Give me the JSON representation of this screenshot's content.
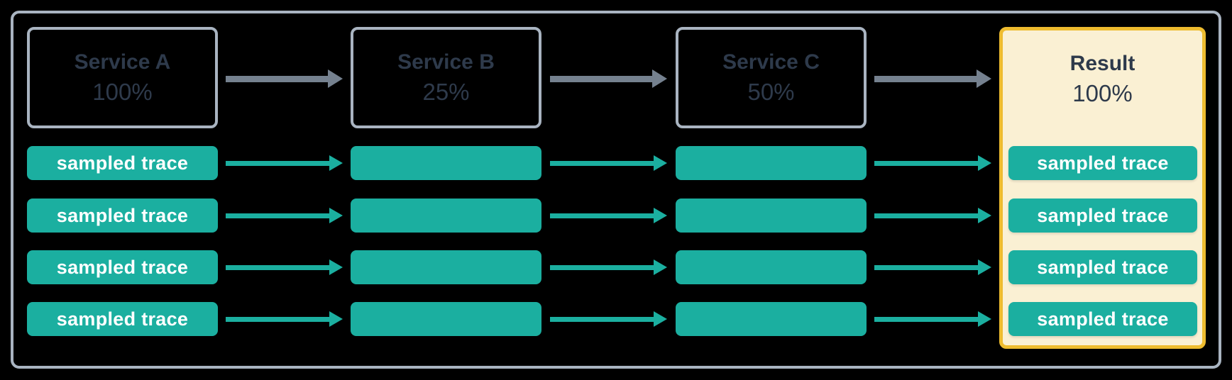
{
  "colors": {
    "background": "#000000",
    "frame_border": "#a9b4c1",
    "service_box_border": "#a9b4c1",
    "service_text": "#2e3a4b",
    "gray_arrow": "#75818f",
    "trace_teal": "#1bafa0",
    "trace_text": "#ffffff",
    "result_fill": "#faf0d3",
    "result_border": "#eebc2f"
  },
  "diagram": {
    "stages": [
      {
        "name": "Service A",
        "rate": "100%",
        "traces": [
          "sampled trace",
          "sampled trace",
          "sampled trace",
          "sampled trace"
        ]
      },
      {
        "name": "Service B",
        "rate": "25%",
        "traces": [
          "",
          "",
          "",
          ""
        ]
      },
      {
        "name": "Service C",
        "rate": "50%",
        "traces": [
          "",
          "",
          "",
          ""
        ]
      },
      {
        "name": "Result",
        "rate": "100%",
        "traces": [
          "sampled trace",
          "sampled trace",
          "sampled trace",
          "sampled trace"
        ]
      }
    ]
  }
}
